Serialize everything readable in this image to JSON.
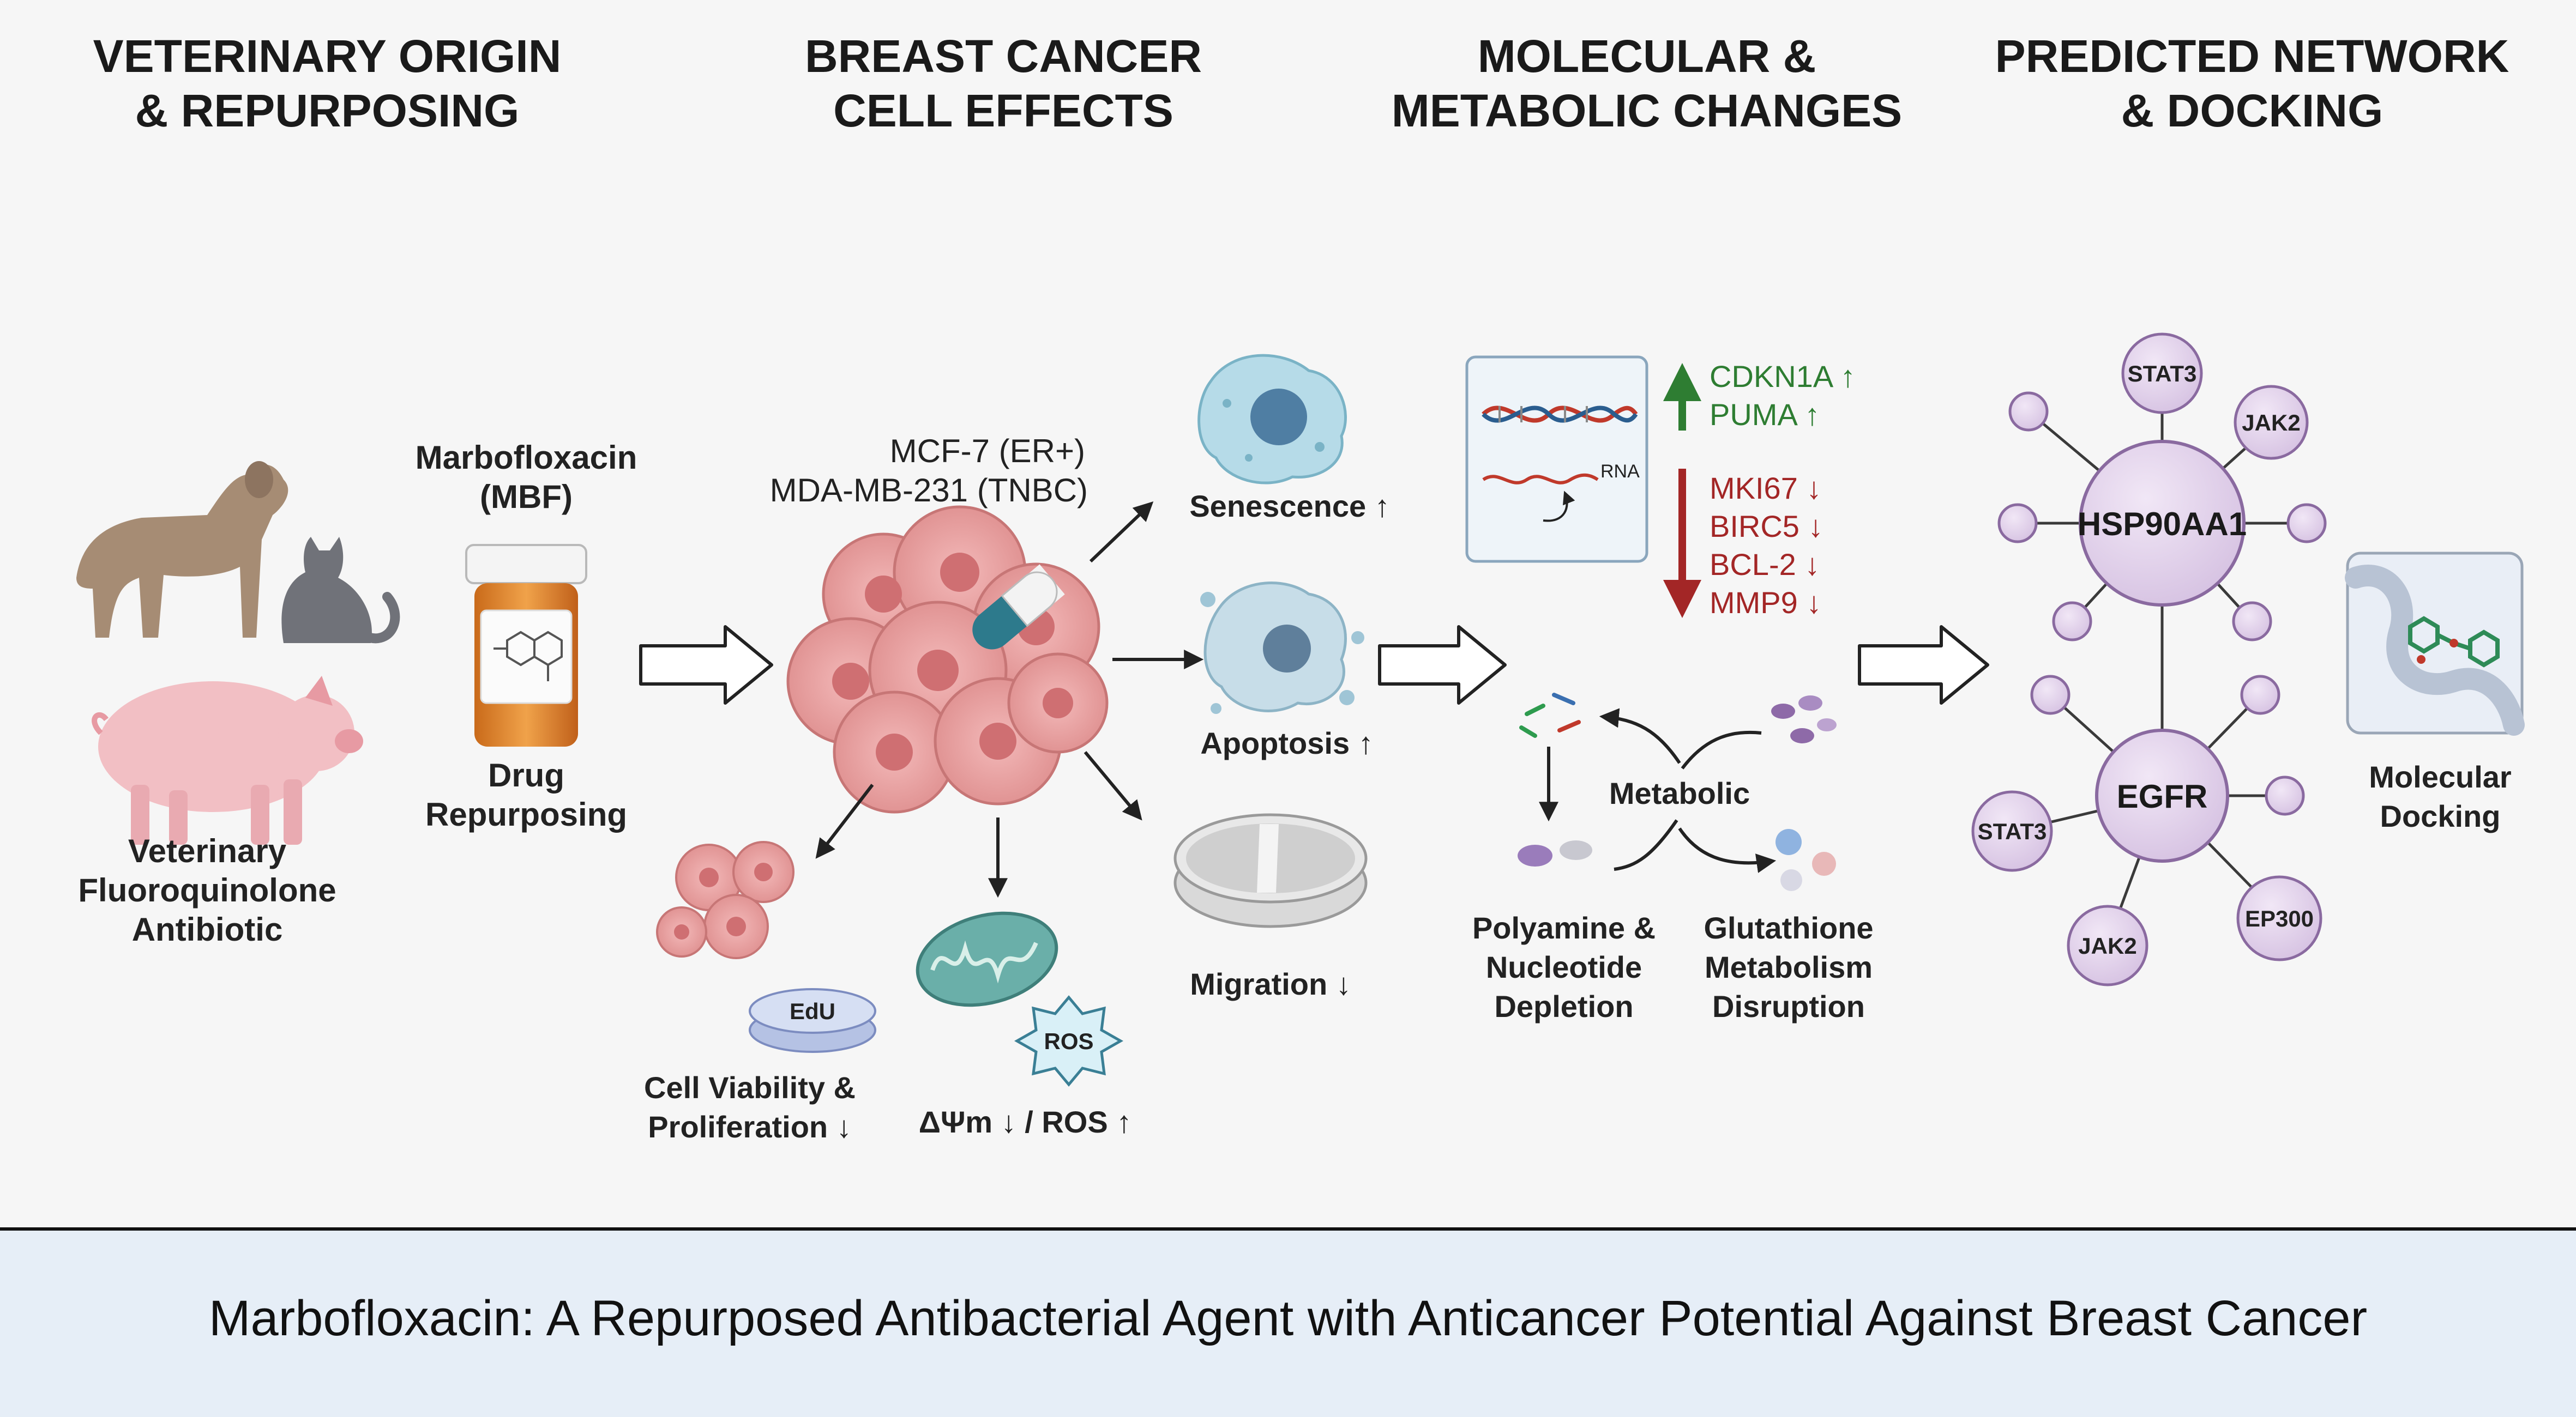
{
  "sections": {
    "s1": {
      "line1": "VETERINARY ORIGIN",
      "line2": "& REPURPOSING"
    },
    "s2": {
      "line1": "BREAST CANCER",
      "line2": "CELL EFFECTS"
    },
    "s3": {
      "line1": "MOLECULAR &",
      "line2": "METABOLIC CHANGES"
    },
    "s4": {
      "line1": "PREDICTED NETWORK",
      "line2": "& DOCKING"
    }
  },
  "veterinary": {
    "line1": "Veterinary",
    "line2": "Fluoroquinolone",
    "line3": "Antibiotic"
  },
  "drug": {
    "name1": "Marbofloxacin",
    "name2": "(MBF)",
    "cap1": "Drug",
    "cap2": "Repurposing"
  },
  "cells": {
    "line1": "MCF-7 (ER+)",
    "line2": "MDA-MB-231 (TNBC)"
  },
  "effects": {
    "senescence": "Senescence ↑",
    "apoptosis": "Apoptosis ↑",
    "migration": "Migration ↓",
    "viability1": "Cell Viability &",
    "viability2": "Proliferation ↓",
    "edu": "EdU",
    "ros": "ROS",
    "mito": "ΔΨm ↓ / ROS ↑"
  },
  "genes": {
    "rna": "RNA",
    "up": [
      "CDKN1A ↑",
      "PUMA ↑"
    ],
    "down": [
      "MKI67 ↓",
      "BIRC5 ↓",
      "BCL-2 ↓",
      "MMP9 ↓"
    ]
  },
  "metabolic": {
    "center": "Metabolic",
    "poly1": "Polyamine &",
    "poly2": "Nucleotide",
    "poly3": "Depletion",
    "glut1": "Glutathione",
    "glut2": "Metabolism",
    "glut3": "Disruption"
  },
  "network": {
    "hub1": "HSP90AA1",
    "hub2": "EGFR",
    "nodes": {
      "stat3_top": "STAT3",
      "jak2_top": "JAK2",
      "stat3_left": "STAT3",
      "jak2_bottom": "JAK2",
      "ep300": "EP300"
    }
  },
  "docking": {
    "line1": "Molecular",
    "line2": "Docking"
  },
  "footer": {
    "title": "Marbofloxacin: A Repurposed Antibacterial Agent with Anticancer Potential Against Breast Cancer"
  },
  "colors": {
    "up": "#2e7d32",
    "down": "#a32626",
    "node": "#e3d3ec",
    "node_stroke": "#8a6aa0",
    "footer_bg": "#e6eef7"
  }
}
